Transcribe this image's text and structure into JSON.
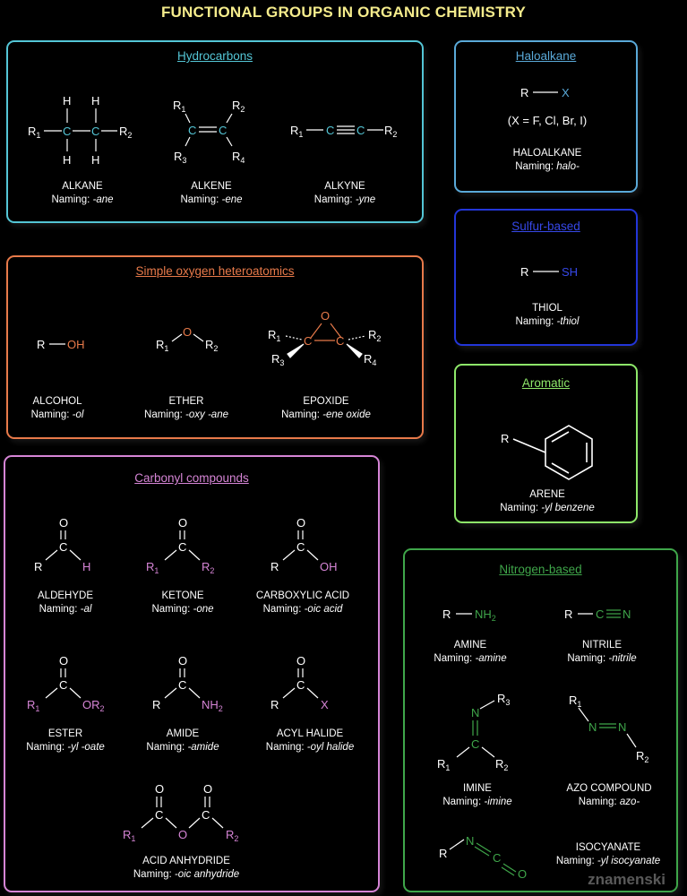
{
  "title": "FUNCTIONAL GROUPS IN ORGANIC CHEMISTRY",
  "colors": {
    "hydrocarbons": "#54c6d6",
    "haloalkane": "#5aa9d8",
    "sulfur": "#2336d8",
    "aromatic": "#8ee86a",
    "oxygen": "#e87a4a",
    "carbonyl": "#d685d6",
    "nitrogen": "#3fa64a",
    "title": "#f5ec8c"
  },
  "panels": {
    "hydrocarbons": {
      "title": "Hydrocarbons",
      "groups": [
        {
          "name": "ALKANE",
          "naming_prefix": "Naming: ",
          "naming": "-ane"
        },
        {
          "name": "ALKENE",
          "naming_prefix": "Naming: ",
          "naming": "-ene"
        },
        {
          "name": "ALKYNE",
          "naming_prefix": "Naming: ",
          "naming": "-yne"
        }
      ]
    },
    "haloalkane": {
      "title": "Haloalkane",
      "note": "(X = F, Cl, Br, I)",
      "groups": [
        {
          "name": "HALOALKANE",
          "naming_prefix": "Naming: ",
          "naming": "halo-"
        }
      ]
    },
    "sulfur": {
      "title": "Sulfur-based",
      "groups": [
        {
          "name": "THIOL",
          "naming_prefix": "Naming: ",
          "naming": "-thiol"
        }
      ]
    },
    "aromatic": {
      "title": "Aromatic",
      "groups": [
        {
          "name": "ARENE",
          "naming_prefix": "Naming: ",
          "naming": "-yl benzene"
        }
      ]
    },
    "oxygen": {
      "title": "Simple oxygen heteroatomics",
      "groups": [
        {
          "name": "ALCOHOL",
          "naming_prefix": "Naming: ",
          "naming": "-ol"
        },
        {
          "name": "ETHER",
          "naming_prefix": "Naming: ",
          "naming": "-oxy -ane"
        },
        {
          "name": "EPOXIDE",
          "naming_prefix": "Naming: ",
          "naming": "-ene oxide"
        }
      ]
    },
    "carbonyl": {
      "title": "Carbonyl compounds",
      "groups": [
        {
          "name": "ALDEHYDE",
          "naming_prefix": "Naming: ",
          "naming": "-al"
        },
        {
          "name": "KETONE",
          "naming_prefix": "Naming: ",
          "naming": "-one"
        },
        {
          "name": "CARBOXYLIC ACID",
          "naming_prefix": "Naming: ",
          "naming": "-oic acid"
        },
        {
          "name": "ESTER",
          "naming_prefix": "Naming: ",
          "naming": "-yl -oate"
        },
        {
          "name": "AMIDE",
          "naming_prefix": "Naming: ",
          "naming": "-amide"
        },
        {
          "name": "ACYL HALIDE",
          "naming_prefix": "Naming: ",
          "naming": "-oyl halide"
        },
        {
          "name": "ACID ANHYDRIDE",
          "naming_prefix": "Naming: ",
          "naming": "-oic anhydride"
        }
      ]
    },
    "nitrogen": {
      "title": "Nitrogen-based",
      "groups": [
        {
          "name": "AMINE",
          "naming_prefix": "Naming: ",
          "naming": "-amine"
        },
        {
          "name": "NITRILE",
          "naming_prefix": "Naming: ",
          "naming": "-nitrile"
        },
        {
          "name": "IMINE",
          "naming_prefix": "Naming: ",
          "naming": "-imine"
        },
        {
          "name": "AZO COMPOUND",
          "naming_prefix": "Naming: ",
          "naming": "azo-"
        },
        {
          "name": "ISOCYANATE",
          "naming_prefix": "Naming: ",
          "naming": "-yl isocyanate"
        }
      ]
    }
  },
  "watermark": "znamenski"
}
